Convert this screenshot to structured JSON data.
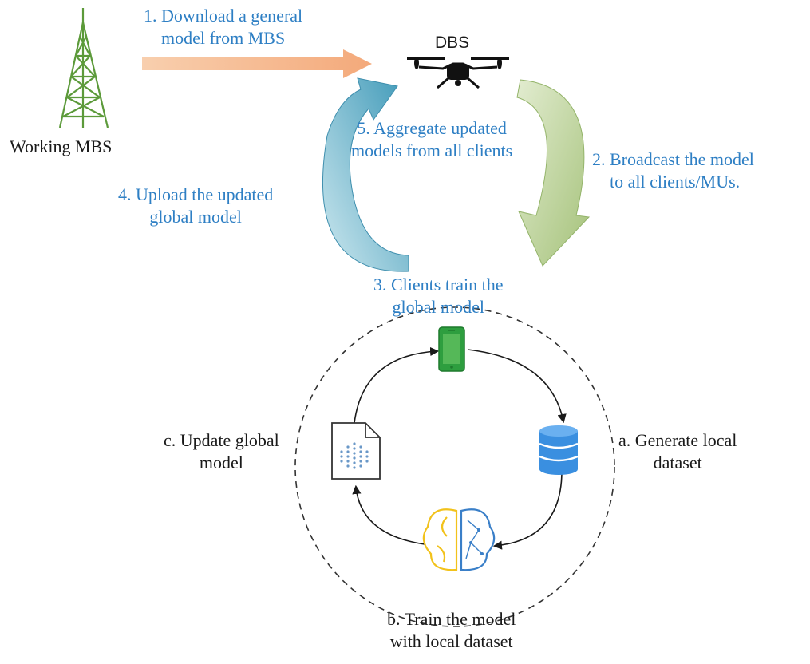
{
  "colors": {
    "step_text": "#2e7fc4",
    "label_text": "#1a1a1a",
    "tower": "#5c9a3a",
    "download_arrow": "#f4b183",
    "broadcast_arrow": "#b4cc8c",
    "upload_arrow": "#5ea9c4",
    "phone": "#2e9e3f",
    "database": "#3a8fe0",
    "brain_left": "#f2c21b",
    "brain_right": "#3a7fc8"
  },
  "icons": {
    "tower": "radio-tower-icon",
    "drone": "drone-icon",
    "phone": "smartphone-icon",
    "database": "database-icon",
    "brain": "brain-network-icon",
    "document": "model-document-icon"
  },
  "nodes": {
    "mbs_label": "Working MBS",
    "dbs_label": "DBS"
  },
  "steps": {
    "s1": [
      "1. Download a general",
      "model from MBS"
    ],
    "s2": [
      "2. Broadcast the model",
      "to all clients/MUs."
    ],
    "s3": [
      "3. Clients train the",
      "global model"
    ],
    "s4": [
      "4. Upload the updated",
      "global model"
    ],
    "s5": [
      "5. Aggregate updated",
      "models from all clients"
    ]
  },
  "local_steps": {
    "a": [
      "a. Generate local",
      "dataset"
    ],
    "b": [
      "b. Train the model",
      "with local dataset"
    ],
    "c": [
      "c. Update global",
      "model"
    ]
  }
}
